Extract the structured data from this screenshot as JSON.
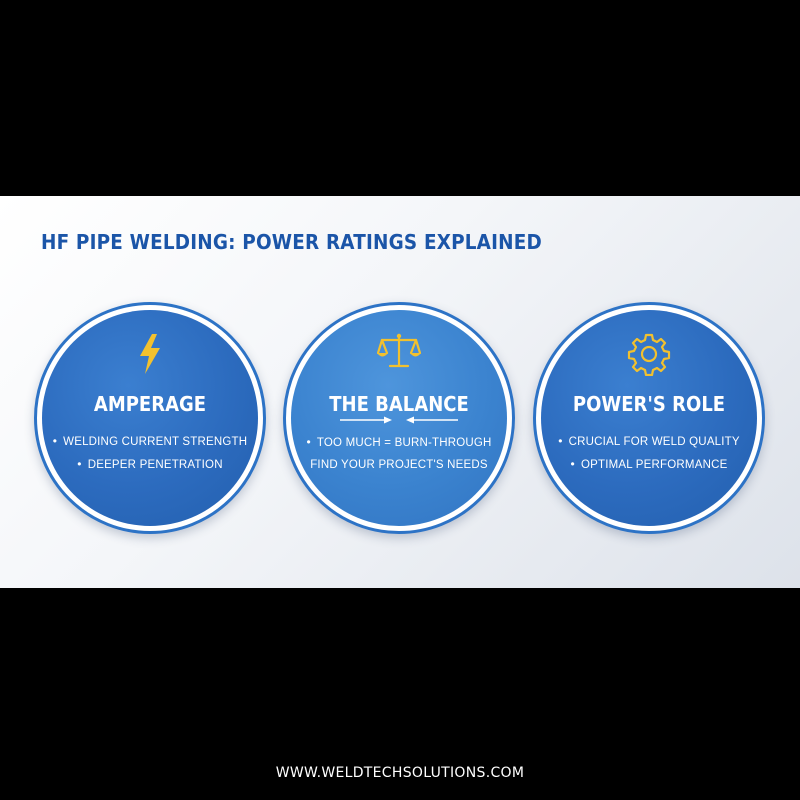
{
  "title": "HF PIPE WELDING: POWER RATINGS EXPLAINED",
  "colors": {
    "accent": "#1b55a8",
    "circle": "#2c6bbe",
    "icon": "#f2c12e"
  },
  "cards": [
    {
      "icon": "lightning-bolt",
      "heading": "AMPERAGE",
      "bullets": [
        "Welding current strength",
        "Deeper penetration"
      ]
    },
    {
      "icon": "balance-scale",
      "heading": "THE BALANCE",
      "bullets": [
        "Too much = Burn-through",
        "Find your project's needs"
      ]
    },
    {
      "icon": "gear",
      "heading": "POWER'S ROLE",
      "bullets": [
        "Crucial for weld quality",
        "Optimal performance"
      ]
    }
  ],
  "footer": "WWW.WELDTECHSOLUTIONS.COM"
}
